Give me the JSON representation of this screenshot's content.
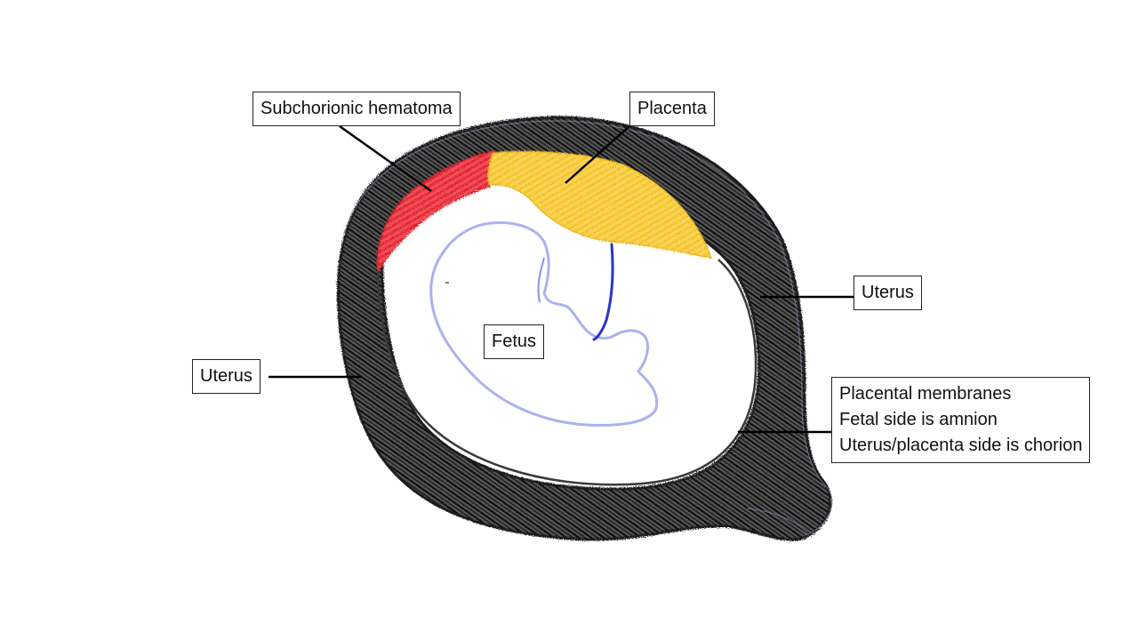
{
  "labels": {
    "hematoma": "Subchorionic hematoma",
    "placenta": "Placenta",
    "uterus_right": "Uterus",
    "uterus_left": "Uterus",
    "fetus": "Fetus",
    "membranes": [
      "Placental membranes",
      "Fetal side is  amnion",
      "Uterus/placenta side is chorion"
    ]
  },
  "colors": {
    "uterus_wall": "#2a2a2a",
    "hematoma": "#e8262e",
    "placenta": "#f7c528",
    "fetus_outline": "#9aa3e6",
    "umbilical_cord": "#2b35c8",
    "leader_line": "#000000",
    "membrane_outline": "#3a3a3a"
  }
}
